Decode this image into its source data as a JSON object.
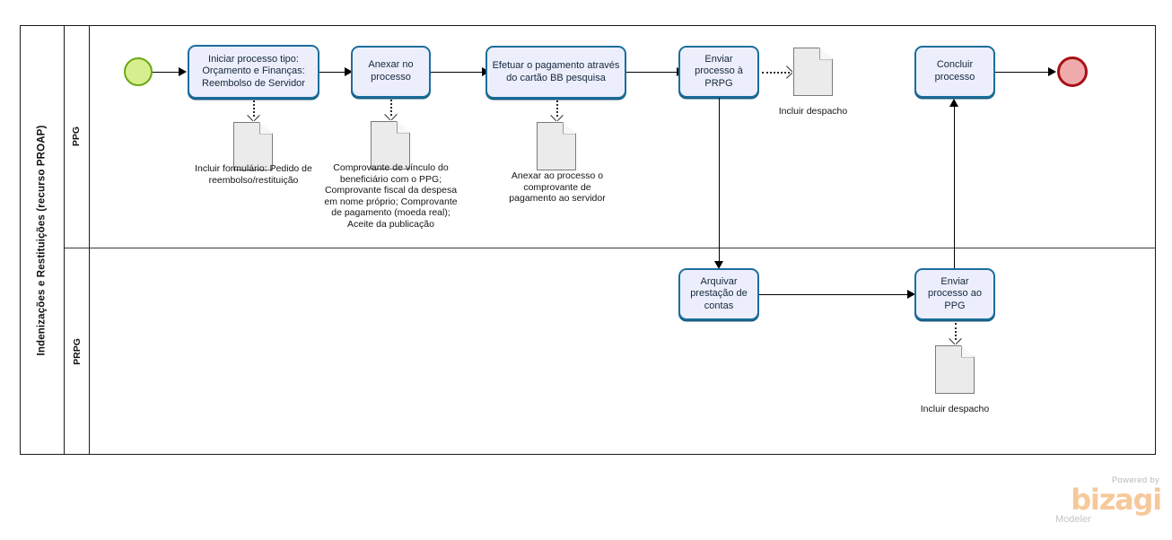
{
  "pool": {
    "title": "Indenizações e Restituições (recurso PROAP)"
  },
  "lanes": [
    {
      "id": "ppg",
      "label": "PPG"
    },
    {
      "id": "prpg",
      "label": "PRPG"
    }
  ],
  "events": [
    {
      "id": "start",
      "type": "start-event",
      "label": "",
      "fill": "#d7ee8e",
      "stroke": "#69a816"
    },
    {
      "id": "end",
      "type": "end-event",
      "label": "",
      "fill": "#f0aaac",
      "stroke": "#a81016"
    }
  ],
  "tasks": [
    {
      "id": "t1",
      "lane": "ppg",
      "label": "Iniciar processo tipo: Orçamento e Finanças: Reembolso de Servidor"
    },
    {
      "id": "t2",
      "lane": "ppg",
      "label": "Anexar no processo"
    },
    {
      "id": "t3",
      "lane": "ppg",
      "label": "Efetuar o pagamento através do cartão BB pesquisa"
    },
    {
      "id": "t4",
      "lane": "ppg",
      "label": "Enviar processo à PRPG"
    },
    {
      "id": "t5",
      "lane": "ppg",
      "label": "Concluir processo"
    },
    {
      "id": "t6",
      "lane": "prpg",
      "label": "Arquivar prestação de contas"
    },
    {
      "id": "t7",
      "lane": "prpg",
      "label": "Enviar processo ao PPG"
    }
  ],
  "documents": [
    {
      "id": "d1",
      "attached_to": "t1",
      "label": "Incluir formulário: Pedido de reembolso/restituição"
    },
    {
      "id": "d2",
      "attached_to": "t2",
      "label": "Comprovante de vínculo do beneficiário com o PPG; Comprovante fiscal da despesa em nome próprio; Comprovante de pagamento (moeda real); Aceite da publicação"
    },
    {
      "id": "d3",
      "attached_to": "t3",
      "label": "Anexar ao processo o comprovante de pagamento ao servidor"
    },
    {
      "id": "d4",
      "attached_to": "t4",
      "label": "Incluir despacho"
    },
    {
      "id": "d5",
      "attached_to": "t7",
      "label": "Incluir despacho"
    }
  ],
  "branding": {
    "powered_by": "Powered by",
    "name": "bizagi",
    "product": "Modeler",
    "color": "#f7c89a"
  },
  "theme": {
    "task_fill": "#eceffb",
    "task_stroke": "#1b6e9c",
    "doc_fill": "#ebebeb",
    "doc_stroke": "#7a7a7a",
    "pool_stroke": "#1a1a1a",
    "connector": "#000000"
  }
}
